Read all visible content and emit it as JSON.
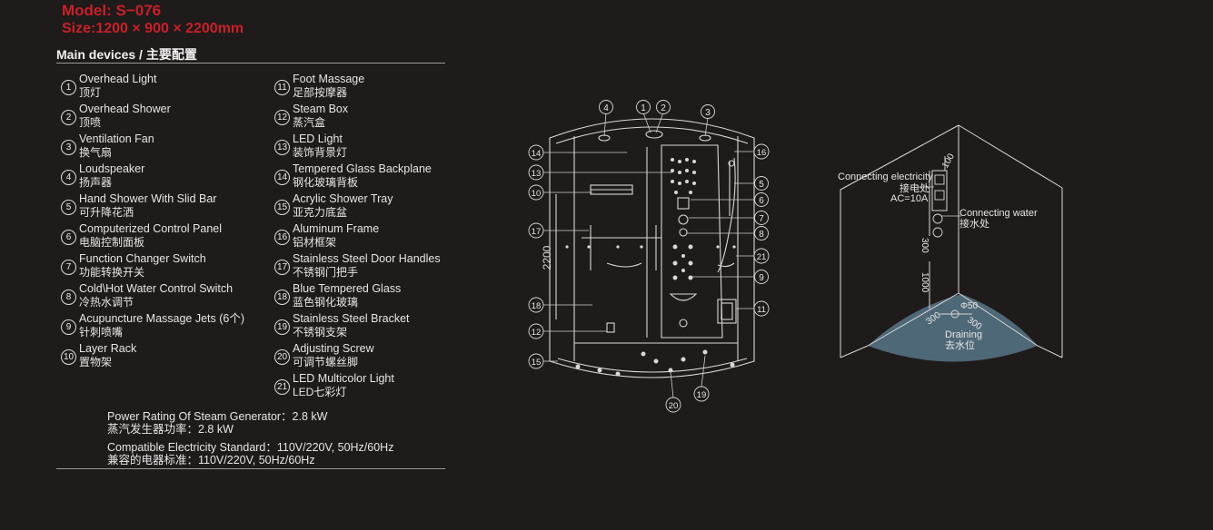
{
  "header": {
    "model": "Model: S−076",
    "size": "Size:1200 × 900 × 2200mm",
    "section_title": "Main devices / 主要配置"
  },
  "devices_left": [
    {
      "num": "1",
      "en": "Overhead Light",
      "cn": "顶灯"
    },
    {
      "num": "2",
      "en": "Overhead Shower",
      "cn": "顶喷"
    },
    {
      "num": "3",
      "en": "Ventilation Fan",
      "cn": "换气扇"
    },
    {
      "num": "4",
      "en": "Loudspeaker",
      "cn": "扬声器"
    },
    {
      "num": "5",
      "en": "Hand Shower With Slid Bar",
      "cn": "可升降花洒"
    },
    {
      "num": "6",
      "en": "Computerized Control Panel",
      "cn": "电脑控制面板"
    },
    {
      "num": "7",
      "en": "Function Changer Switch",
      "cn": "功能转换开关"
    },
    {
      "num": "8",
      "en": "Cold\\Hot Water Control Switch",
      "cn": "冷热水调节"
    },
    {
      "num": "9",
      "en": "Acupuncture Massage Jets (6个)",
      "cn": "针刺喷嘴"
    },
    {
      "num": "10",
      "en": "Layer Rack",
      "cn": "置物架"
    }
  ],
  "devices_right": [
    {
      "num": "11",
      "en": "Foot Massage",
      "cn": "足部按摩器"
    },
    {
      "num": "12",
      "en": "Steam Box",
      "cn": "蒸汽盒"
    },
    {
      "num": "13",
      "en": "LED Light",
      "cn": "装饰背景灯"
    },
    {
      "num": "14",
      "en": "Tempered Glass Backplane",
      "cn": "钢化玻璃背板"
    },
    {
      "num": "15",
      "en": "Acrylic Shower Tray",
      "cn": "亚克力底盆"
    },
    {
      "num": "16",
      "en": "Aluminum Frame",
      "cn": "铝材框架"
    },
    {
      "num": "17",
      "en": "Stainless Steel Door Handles",
      "cn": "不锈钢门把手"
    },
    {
      "num": "18",
      "en": "Blue Tempered Glass",
      "cn": "蓝色钢化玻璃"
    },
    {
      "num": "19",
      "en": "Stainless Steel Bracket",
      "cn": "不锈钢支架"
    },
    {
      "num": "20",
      "en": "Adjusting Screw",
      "cn": "可调节螺丝脚"
    },
    {
      "num": "21",
      "en": "LED Multicolor Light",
      "cn": "LED七彩灯"
    }
  ],
  "specs": {
    "power_en": "Power Rating Of Steam Generator：2.8 kW",
    "power_cn": "蒸汽发生器功率：2.8 kW",
    "elec_en": "Compatible Electricity Standard：110V/220V, 50Hz/60Hz",
    "elec_cn": "兼容的电器标准：110V/220V, 50Hz/60Hz"
  },
  "diagram": {
    "height_label": "2200",
    "callouts_top": [
      "4",
      "1",
      "2",
      "3"
    ],
    "callouts_left": [
      "14",
      "13",
      "10",
      "17",
      "18",
      "12",
      "15"
    ],
    "callouts_right": [
      "16",
      "5",
      "6",
      "7",
      "8",
      "21",
      "9",
      "11"
    ],
    "callouts_bottom": [
      "20",
      "19"
    ]
  },
  "install": {
    "electricity_en": "Connecting electricity",
    "electricity_cn": "接电处",
    "ac": "AC=10A",
    "water_en": "Connecting water",
    "water_cn": "接水处",
    "dim_100": "100",
    "dim_300_v": "300",
    "dim_1000": "1000",
    "dim_300_a": "300",
    "dim_300_b": "300",
    "dim_phi": "Φ50",
    "drain_en": "Draining",
    "drain_cn": "去水位"
  },
  "colors": {
    "background": "#1f1b1a",
    "title_red": "#c8202a",
    "tray_blue": "#4f6878"
  }
}
